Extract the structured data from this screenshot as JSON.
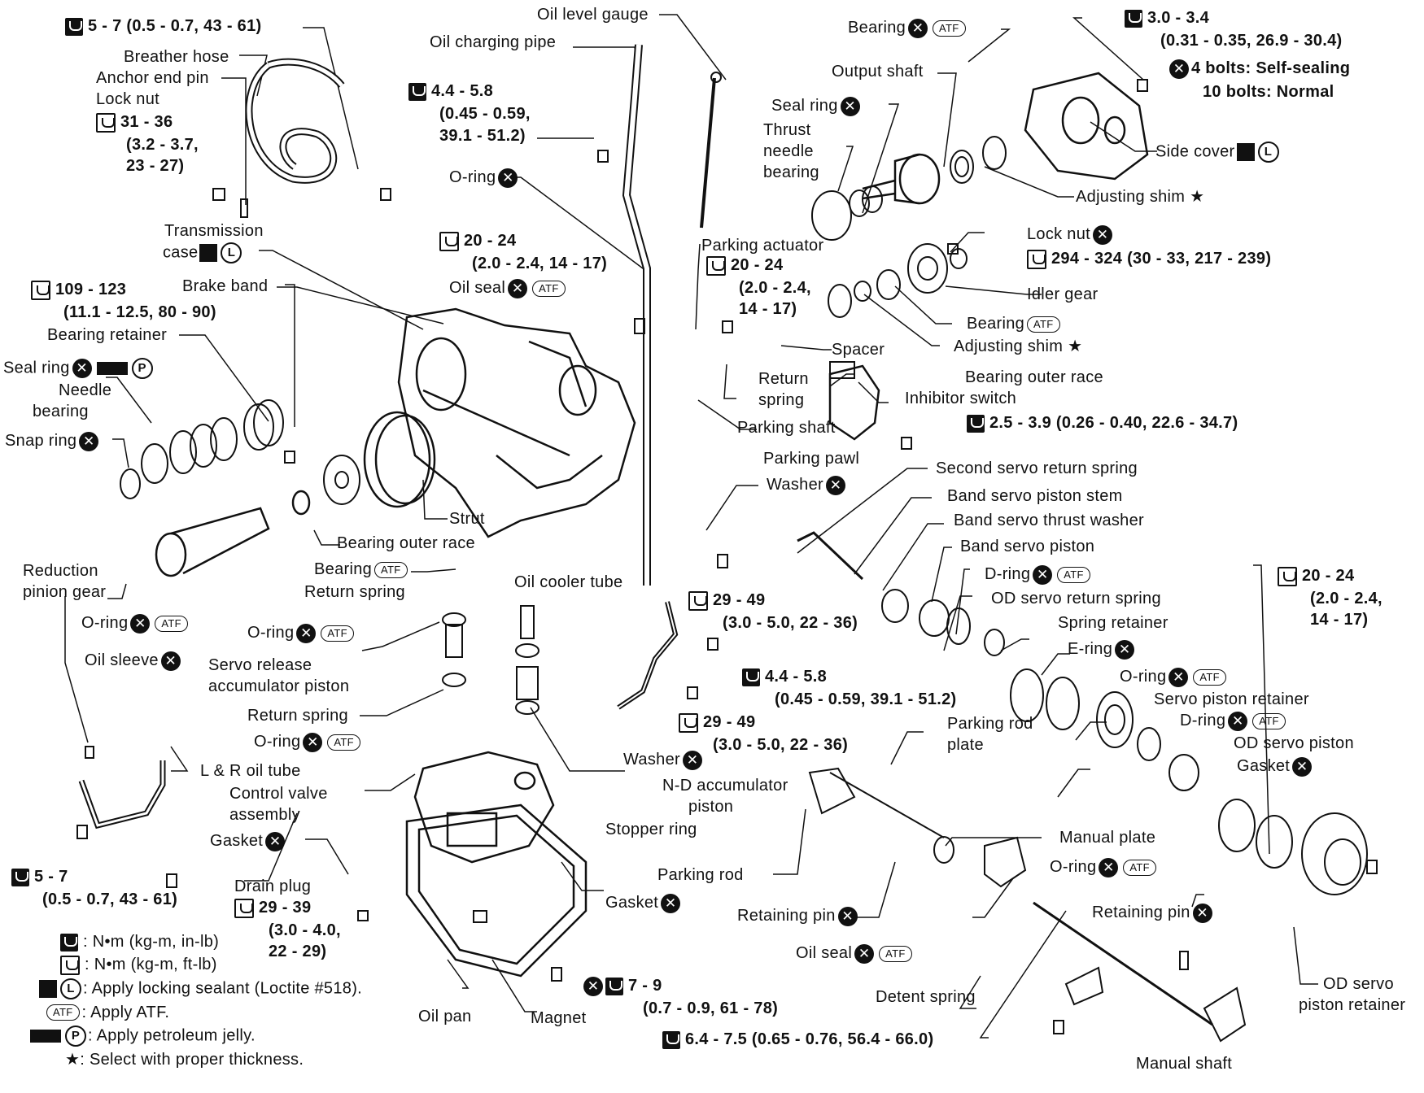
{
  "labels": {
    "torque_5_7_top_a": "5 - 7 (0.5 - 0.7, 43 - 61)",
    "oil_level_gauge": "Oil level gauge",
    "oil_charging_pipe": "Oil charging pipe",
    "bearing_atf_top": "Bearing",
    "torque_3_4_a": "3.0 - 3.4",
    "torque_3_4_b": "(0.31 - 0.35, 26.9 - 30.4)",
    "bolts_self_sealing": "4 bolts: Self-sealing",
    "bolts_normal": "10 bolts: Normal",
    "breather_hose": "Breather hose",
    "anchor_end_pin": "Anchor end pin",
    "lock_nut_left": "Lock nut",
    "torque_31_36_a": "31 - 36",
    "torque_31_36_b": "(3.2 - 3.7,",
    "torque_31_36_c": "23 - 27)",
    "torque_44_58_top_a": "4.4 - 5.8",
    "torque_44_58_top_b": "(0.45 - 0.59,",
    "torque_44_58_top_c": "39.1 - 51.2)",
    "output_shaft": "Output shaft",
    "seal_ring_top": "Seal ring",
    "thrust_needle_bearing_a": "Thrust",
    "thrust_needle_bearing_b": "needle",
    "thrust_needle_bearing_c": "bearing",
    "side_cover": "Side cover",
    "adjusting_shim_top": "Adjusting shim ★",
    "o_ring_mid": "O-ring",
    "transmission_case_a": "Transmission",
    "transmission_case_b": "case",
    "torque_20_24_mid_a": "20 - 24",
    "torque_20_24_mid_b": "(2.0 - 2.4, 14 - 17)",
    "parking_actuator": "Parking actuator",
    "lock_nut_right": "Lock nut",
    "torque_294_324": "294 - 324 (30 - 33, 217 - 239)",
    "torque_109_123_a": "109 - 123",
    "torque_109_123_b": "(11.1 - 12.5, 80 - 90)",
    "brake_band": "Brake band",
    "oil_seal_top": "Oil seal",
    "torque_20_24_r_a": "20 - 24",
    "torque_20_24_r_b": "(2.0 - 2.4,",
    "torque_20_24_r_c": "14 - 17)",
    "idler_gear": "Idler gear",
    "bearing_right": "Bearing",
    "adjusting_shim_mid": "Adjusting shim ★",
    "bearing_retainer": "Bearing retainer",
    "spacer": "Spacer",
    "seal_ring_left": "Seal ring",
    "needle_bearing_a": "Needle",
    "needle_bearing_b": "bearing",
    "return_spring_a": "Return",
    "return_spring_b": "spring",
    "bearing_outer_race_right": "Bearing outer race",
    "inhibitor_switch": "Inhibitor switch",
    "snap_ring": "Snap ring",
    "parking_shaft": "Parking shaft",
    "torque_25_39": "2.5 - 3.9 (0.26 - 0.40, 22.6 - 34.7)",
    "parking_pawl": "Parking pawl",
    "second_servo_return_spring": "Second servo return spring",
    "washer_top": "Washer",
    "band_servo_piston_stem": "Band servo piston stem",
    "strut": "Strut",
    "band_servo_thrust_washer": "Band servo thrust washer",
    "bearing_outer_race_left": "Bearing outer race",
    "band_servo_piston": "Band servo piston",
    "reduction_pinion_gear_a": "Reduction",
    "reduction_pinion_gear_b": "pinion gear",
    "bearing_left": "Bearing",
    "oil_cooler_tube": "Oil cooler tube",
    "d_ring_top": "D-ring",
    "torque_20_24_far_a": "20 - 24",
    "torque_20_24_far_b": "(2.0 - 2.4,",
    "torque_20_24_far_c": "14 - 17)",
    "return_spring_mid": "Return spring",
    "torque_29_49_top_a": "29 - 49",
    "torque_29_49_top_b": "(3.0 - 5.0, 22 - 36)",
    "od_servo_return_spring": "OD servo return spring",
    "o_ring_left": "O-ring",
    "o_ring_servo": "O-ring",
    "spring_retainer": "Spring retainer",
    "oil_sleeve": "Oil sleeve",
    "servo_release_accum_a": "Servo release",
    "servo_release_accum_b": "accumulator piston",
    "e_ring": "E-ring",
    "torque_44_58_low_a": "4.4 - 5.8",
    "torque_44_58_low_b": "(0.45 - 0.59, 39.1 - 51.2)",
    "o_ring_right": "O-ring",
    "servo_piston_retainer": "Servo piston retainer",
    "return_spring_low": "Return spring",
    "parking_rod_plate_a": "Parking rod",
    "parking_rod_plate_b": "plate",
    "d_ring_low": "D-ring",
    "o_ring_low": "O-ring",
    "torque_29_49_low_a": "29 - 49",
    "torque_29_49_low_b": "(3.0 - 5.0, 22 - 36)",
    "od_servo_piston": "OD servo piston",
    "l_r_oil_tube": "L & R oil tube",
    "washer_low": "Washer",
    "gasket_right": "Gasket",
    "control_valve_a": "Control valve",
    "control_valve_b": "assembly",
    "n_d_accum_a": "N-D accumulator",
    "n_d_accum_b": "piston",
    "stopper_ring": "Stopper ring",
    "gasket_left": "Gasket",
    "manual_plate": "Manual plate",
    "o_ring_far": "O-ring",
    "parking_rod": "Parking rod",
    "torque_5_7_low_a": "5 - 7",
    "torque_5_7_low_b": "(0.5 - 0.7, 43 - 61)",
    "drain_plug": "Drain plug",
    "torque_29_39_a": "29 - 39",
    "torque_29_39_b": "(3.0 - 4.0,",
    "torque_29_39_c": "22 - 29)",
    "gasket_pan": "Gasket",
    "retaining_pin_left": "Retaining pin",
    "retaining_pin_right": "Retaining pin",
    "oil_seal_low": "Oil seal",
    "od_servo_piston_retainer_a": "OD servo",
    "od_servo_piston_retainer_b": "piston retainer",
    "torque_7_9_a": "7 - 9",
    "torque_7_9_b": "(0.7 - 0.9, 61 - 78)",
    "detent_spring": "Detent spring",
    "torque_64_75": "6.4 - 7.5 (0.65 - 0.76, 56.4 - 66.0)",
    "oil_pan": "Oil pan",
    "magnet": "Magnet",
    "manual_shaft": "Manual shaft"
  },
  "symbols": {
    "discard": "✕",
    "atf": "ATF",
    "sealant": "L",
    "jelly": "P"
  },
  "legend": {
    "torque_in_lb": ": N•m (kg-m, in-lb)",
    "torque_ft_lb": ": N•m (kg-m, ft-lb)",
    "locking_sealant": ": Apply locking sealant (Loctite #518).",
    "apply_atf": ": Apply ATF.",
    "petroleum_jelly": ": Apply petroleum jelly.",
    "select_thickness": ": Select with proper thickness.",
    "star": "★"
  }
}
